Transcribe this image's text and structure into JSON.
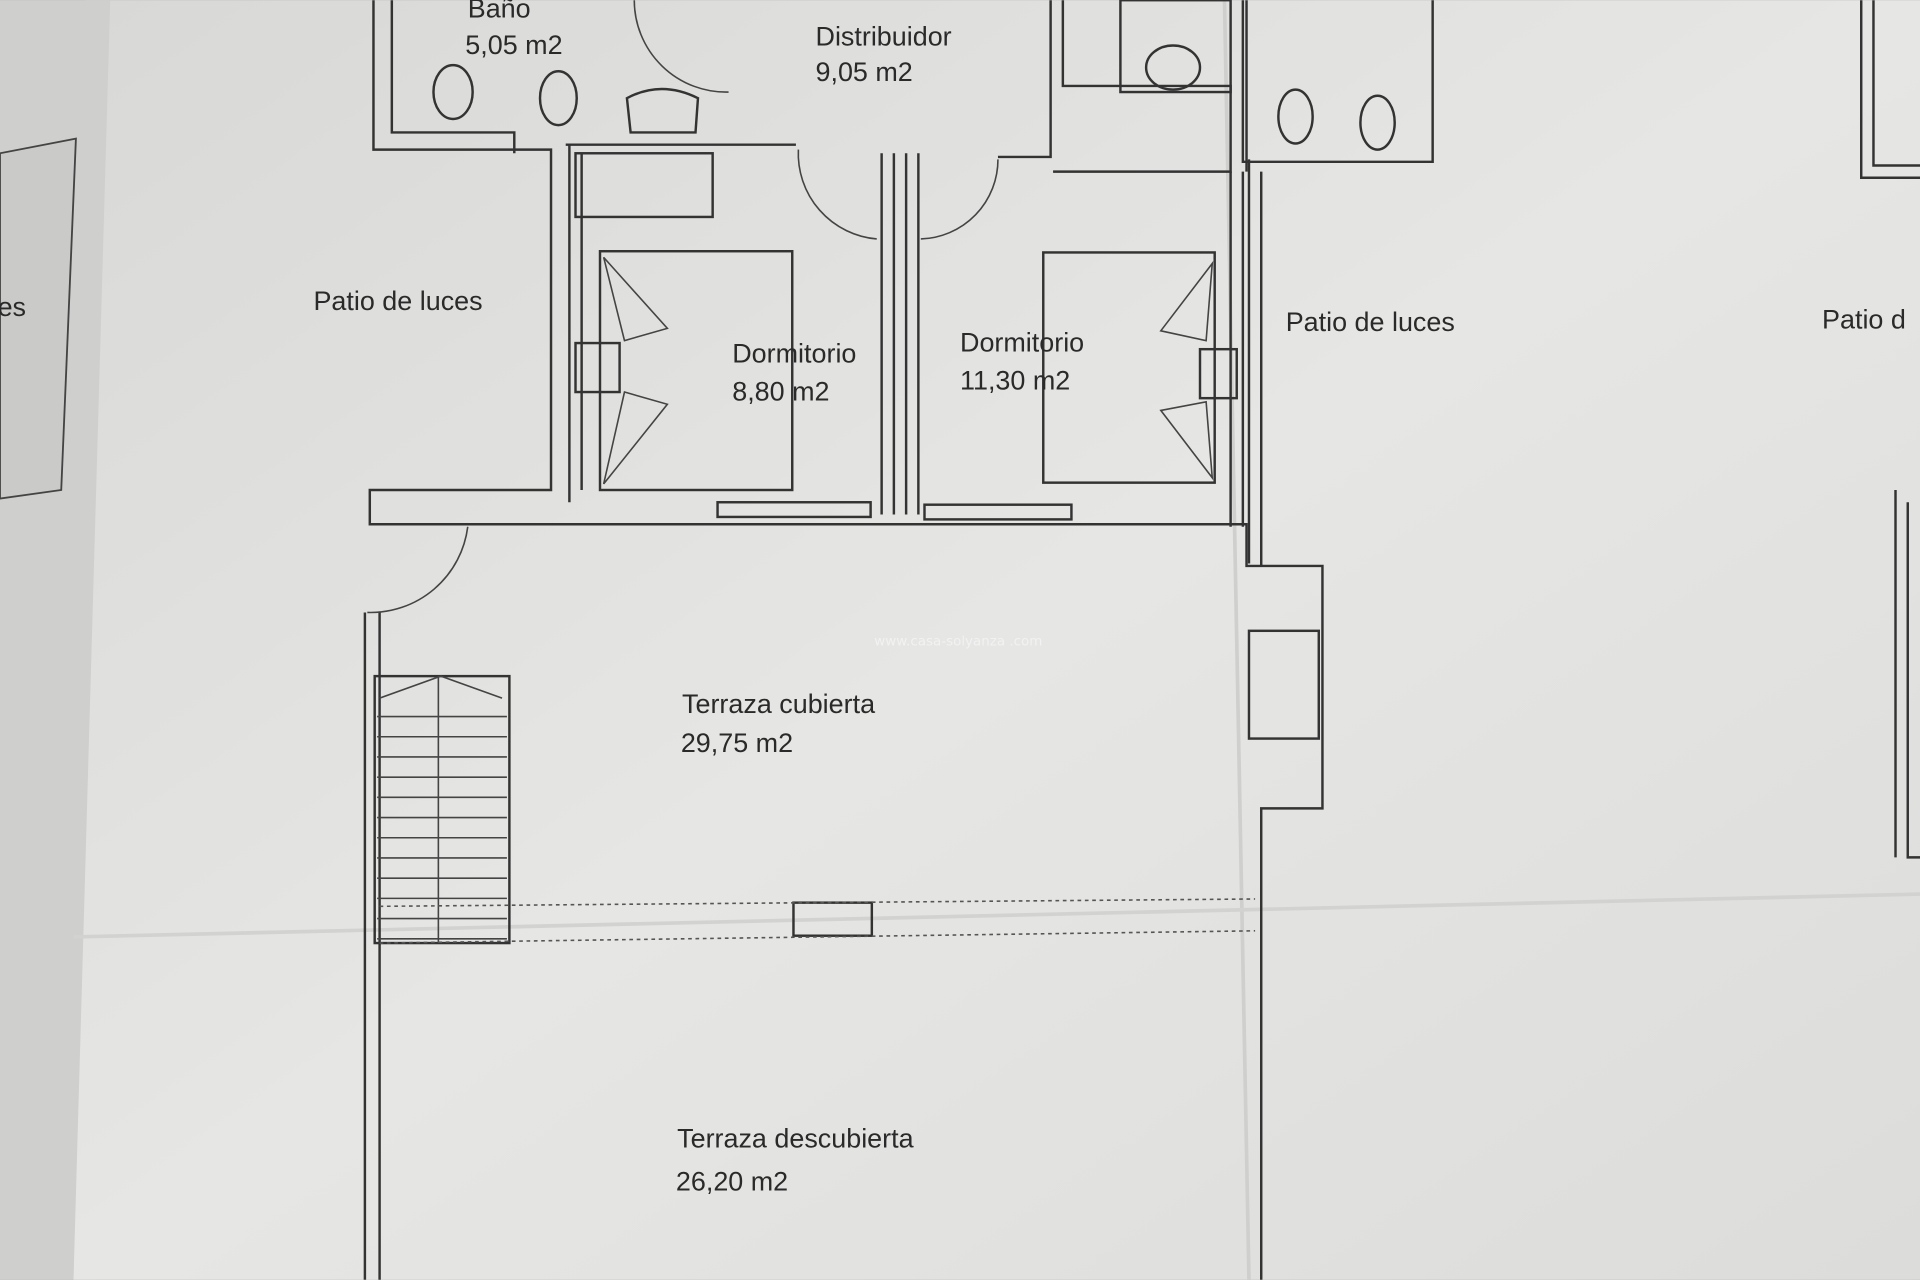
{
  "plan": {
    "rooms": [
      {
        "name": "Baño",
        "area": "5,05 m2"
      },
      {
        "name": "Distribuidor",
        "area": "9,05 m2"
      },
      {
        "name": "Patio de luces",
        "area": ""
      },
      {
        "name": "Dormitorio",
        "area": "8,80 m2"
      },
      {
        "name": "Dormitorio",
        "area": "11,30 m2"
      },
      {
        "name": "Patio de luces",
        "area": ""
      },
      {
        "name": "Patio d",
        "area": ""
      },
      {
        "name": "Terraza cubierta",
        "area": "29,75 m2"
      },
      {
        "name": "Terraza descubierta",
        "area": "26,20 m2"
      }
    ],
    "edge_fragment": "es"
  },
  "watermark": "www.casa-solyanza .com",
  "colors": {
    "paper": "#e9e9e7",
    "line": "#333333",
    "background": "#b9b9b7"
  }
}
